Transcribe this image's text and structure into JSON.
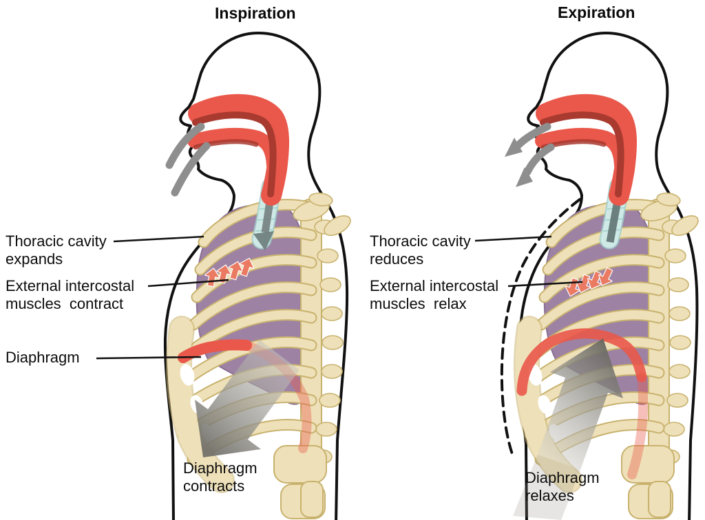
{
  "diagram": {
    "title_left": "Inspiration",
    "title_right": "Expiration",
    "left_labels": {
      "thoracic": "Thoracic cavity\nexpands",
      "intercostal": "External intercostal\nmuscles  contract",
      "diaphragm": "Diaphragm",
      "diaphragm_action": "Diaphragm\ncontracts"
    },
    "right_labels": {
      "thoracic": "Thoracic cavity\nreduces",
      "intercostal": "External intercostal\nmuscles  relax",
      "diaphragm_action": "Diaphragm\nrelaxes"
    },
    "colors": {
      "outline_black": "#111111",
      "airway_red": "#e9584a",
      "airway_deep_red": "#a83a30",
      "lung_purple": "#9d82a4",
      "bone_beige": "#eee0b8",
      "bone_outline": "#c8b26e",
      "trachea_blue": "#cfe9e7",
      "trachea_outline": "#9fcfcb",
      "airflow_gray": "#8e8e8e",
      "intercostal_arrow_salmon": "#ea7a61",
      "diaphragm_arrow_gray": "#7d7b74"
    }
  }
}
